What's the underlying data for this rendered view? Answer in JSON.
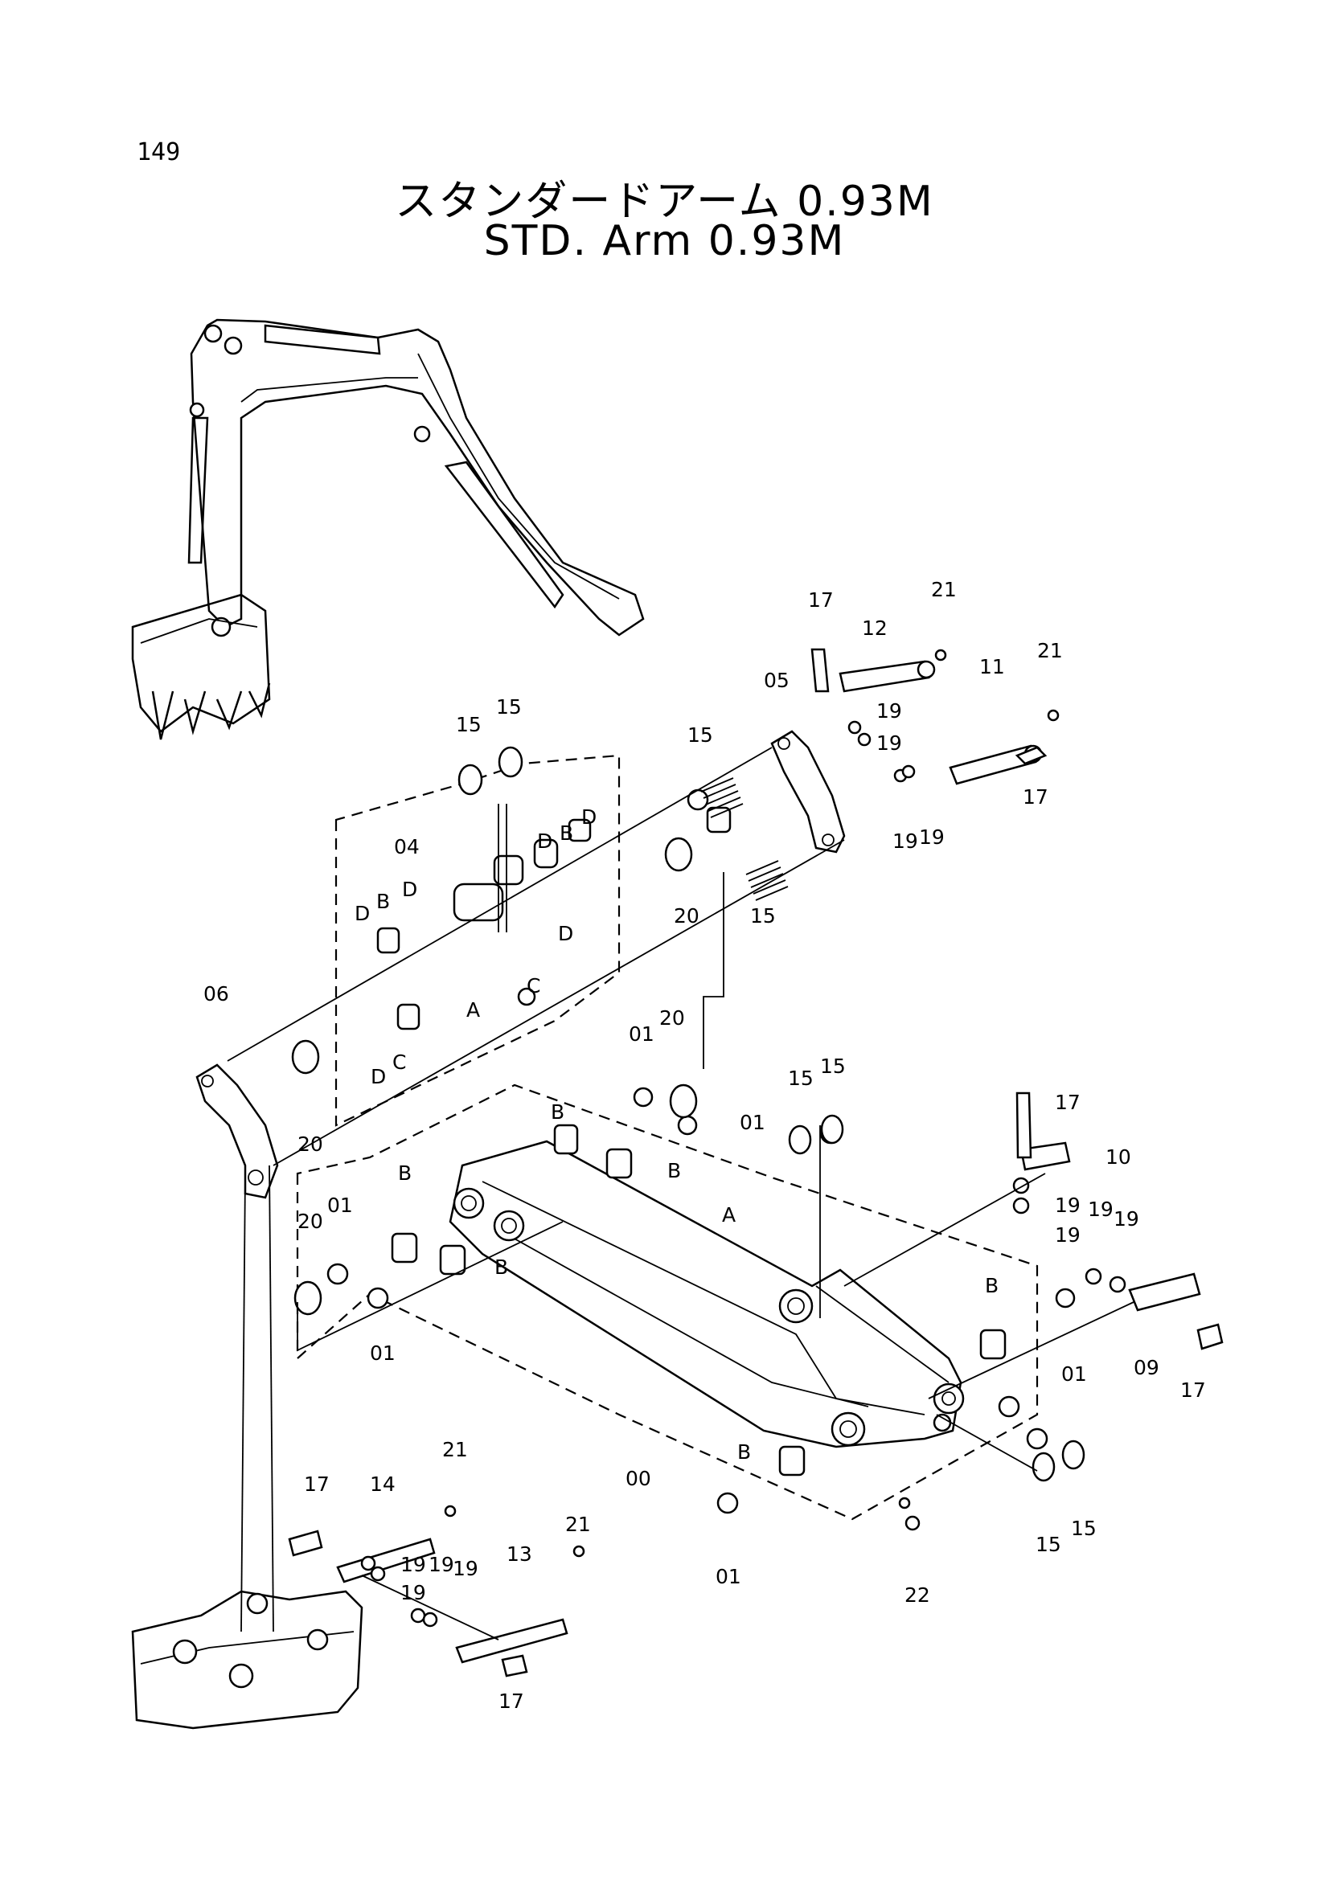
{
  "page_number": "149",
  "title_ja": "スタンダードアーム 0.93M",
  "title_en": "STD. Arm 0.93M",
  "callouts": [
    {
      "id": "c17a",
      "text": "17"
    },
    {
      "id": "c12",
      "text": "12"
    },
    {
      "id": "c21a",
      "text": "21"
    },
    {
      "id": "c21b",
      "text": "21"
    },
    {
      "id": "c11",
      "text": "11"
    },
    {
      "id": "c05",
      "text": "05"
    },
    {
      "id": "c19a",
      "text": "19"
    },
    {
      "id": "c19b",
      "text": "19"
    },
    {
      "id": "c17b",
      "text": "17"
    },
    {
      "id": "c19c",
      "text": "19"
    },
    {
      "id": "c19d",
      "text": "19"
    },
    {
      "id": "c15a",
      "text": "15"
    },
    {
      "id": "c15b",
      "text": "15"
    },
    {
      "id": "c15c",
      "text": "15"
    },
    {
      "id": "c04",
      "text": "04"
    },
    {
      "id": "cDa",
      "text": "D"
    },
    {
      "id": "cBa",
      "text": "B"
    },
    {
      "id": "cDb",
      "text": "D"
    },
    {
      "id": "c20a",
      "text": "20"
    },
    {
      "id": "c15d",
      "text": "15"
    },
    {
      "id": "cDc",
      "text": "D"
    },
    {
      "id": "cBb",
      "text": "B"
    },
    {
      "id": "cDd",
      "text": "D"
    },
    {
      "id": "cAa",
      "text": "A"
    },
    {
      "id": "cCa",
      "text": "C"
    },
    {
      "id": "cDe",
      "text": "D"
    },
    {
      "id": "cDf",
      "text": "D"
    },
    {
      "id": "cCb",
      "text": "C"
    },
    {
      "id": "c06",
      "text": "06"
    },
    {
      "id": "c20b",
      "text": "20"
    },
    {
      "id": "c01a",
      "text": "01"
    },
    {
      "id": "c20c",
      "text": "20"
    },
    {
      "id": "c15e",
      "text": "15"
    },
    {
      "id": "c15f",
      "text": "15"
    },
    {
      "id": "c17c",
      "text": "17"
    },
    {
      "id": "c01b",
      "text": "01"
    },
    {
      "id": "cBc",
      "text": "B"
    },
    {
      "id": "cBd",
      "text": "B"
    },
    {
      "id": "c10",
      "text": "10"
    },
    {
      "id": "cBe",
      "text": "B"
    },
    {
      "id": "cAb",
      "text": "A"
    },
    {
      "id": "c19e",
      "text": "19"
    },
    {
      "id": "c19f",
      "text": "19"
    },
    {
      "id": "c19g",
      "text": "19"
    },
    {
      "id": "c19h",
      "text": "19"
    },
    {
      "id": "c20d",
      "text": "20"
    },
    {
      "id": "c01c",
      "text": "01"
    },
    {
      "id": "cBf",
      "text": "B"
    },
    {
      "id": "cBg",
      "text": "B"
    },
    {
      "id": "c01d",
      "text": "01"
    },
    {
      "id": "c01e",
      "text": "01"
    },
    {
      "id": "c09",
      "text": "09"
    },
    {
      "id": "c17d",
      "text": "17"
    },
    {
      "id": "c00",
      "text": "00"
    },
    {
      "id": "cBh",
      "text": "B"
    },
    {
      "id": "c15g",
      "text": "15"
    },
    {
      "id": "c15h",
      "text": "15"
    },
    {
      "id": "c21c",
      "text": "21"
    },
    {
      "id": "c17e",
      "text": "17"
    },
    {
      "id": "c14",
      "text": "14"
    },
    {
      "id": "c19i",
      "text": "19"
    },
    {
      "id": "c19j",
      "text": "19"
    },
    {
      "id": "c19k",
      "text": "19"
    },
    {
      "id": "c19l",
      "text": "19"
    },
    {
      "id": "c21d",
      "text": "21"
    },
    {
      "id": "c13",
      "text": "13"
    },
    {
      "id": "c01f",
      "text": "01"
    },
    {
      "id": "c22",
      "text": "22"
    },
    {
      "id": "c17f",
      "text": "17"
    }
  ]
}
